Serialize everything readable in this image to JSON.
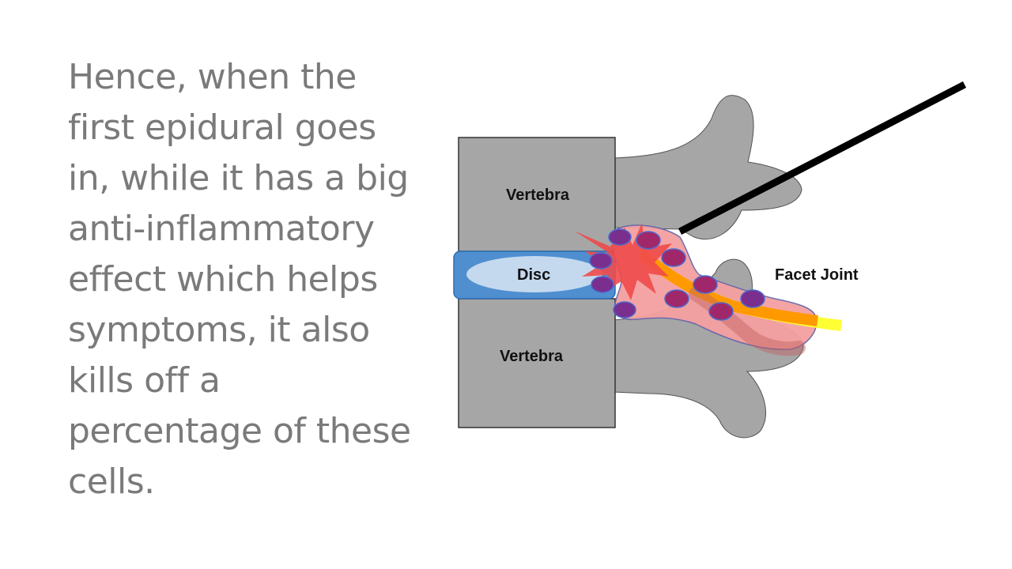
{
  "slide": {
    "text": "Hence, when the\nfirst epidural goes\nin, while it has a big\nanti-inflammatory\neffect which helps\nsymptoms, it also\nkills off a\npercentage of these\ncells."
  },
  "diagram": {
    "labels": {
      "vertebra_upper": "Vertebra",
      "vertebra_lower": "Vertebra",
      "disc": "Disc",
      "facet_joint": "Facet Joint"
    },
    "colors": {
      "bone": "#a6a6a6",
      "disc_outer": "#4f8fd0",
      "disc_inner": "#c4d9ee",
      "inflammation": "#f4a0a0",
      "burst": "#ef4a4a",
      "cell_purple": "#7a2f8e",
      "cell_magenta": "#a0286a",
      "nerve_yellow": "#ffff33",
      "nerve_orange": "#ff9900",
      "needle": "#000000"
    }
  }
}
